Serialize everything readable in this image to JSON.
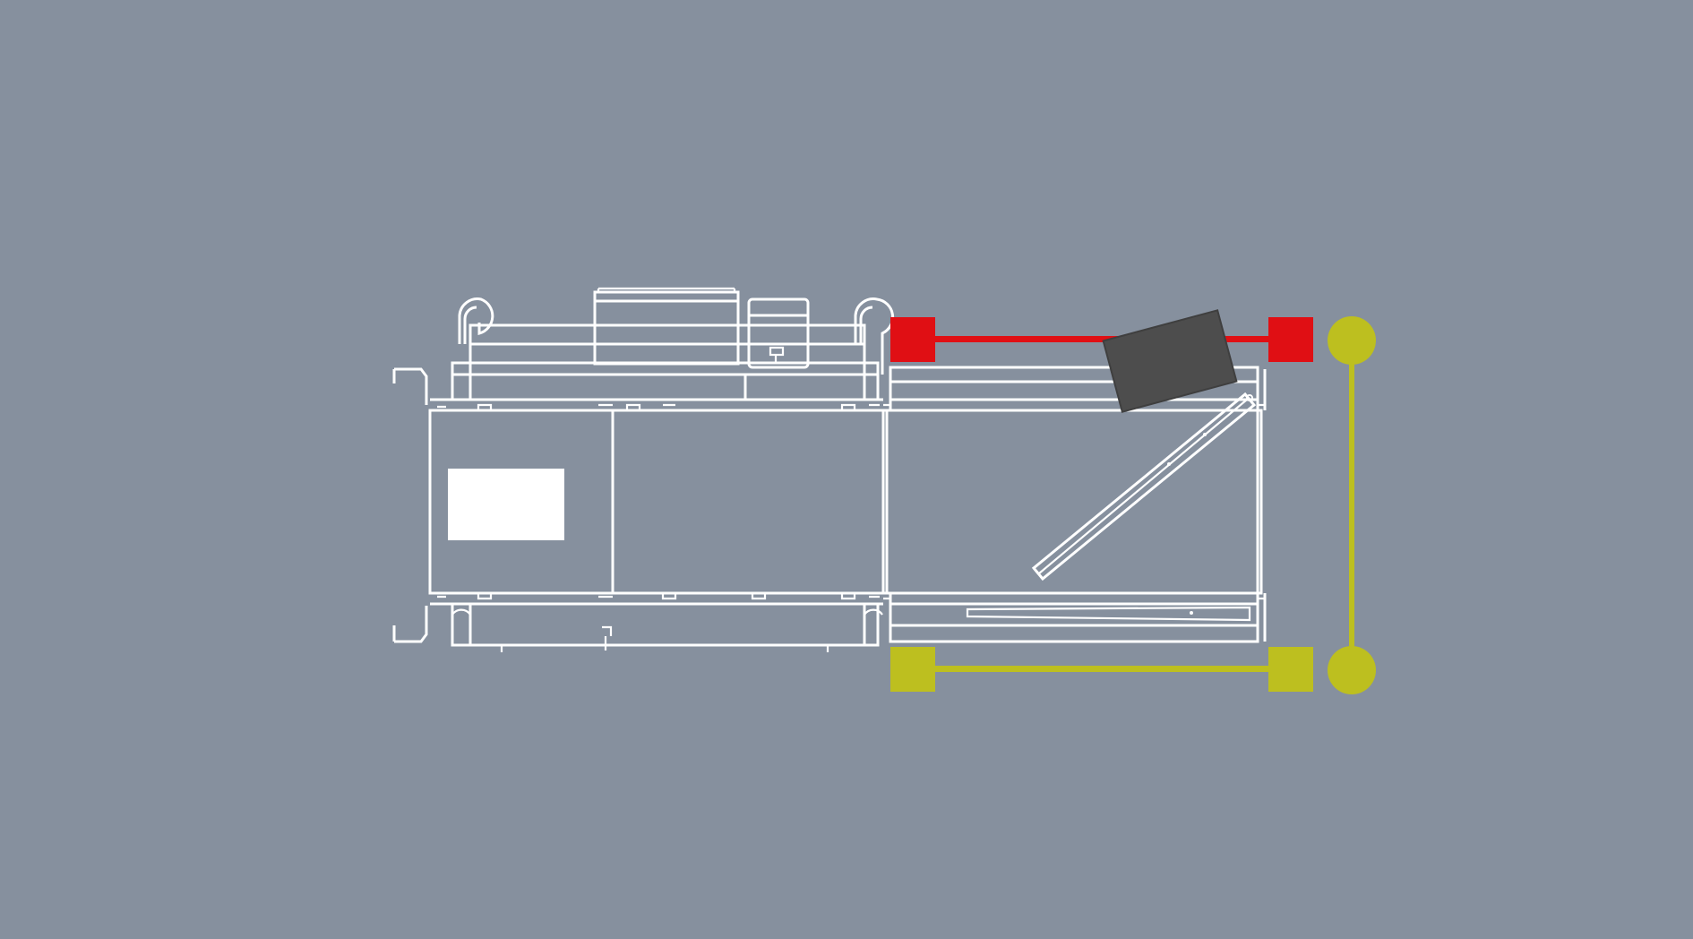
{
  "diagram": {
    "colors": {
      "background": "#86909e",
      "outline": "#ffffff",
      "red_gate": "#e00f14",
      "yellow_gate": "#bdbf1f",
      "package": "#4d4d4d",
      "parcel": "#ffffff"
    },
    "components": {
      "conveyor": "conveyor-belt",
      "scale_section": "weighing-section",
      "reject_section": "reject-diverter-section",
      "red_sensor": "red-light-barrier",
      "yellow_sensor": "yellow-light-barrier",
      "diverter_arm": "pusher-arm",
      "parcel_on_belt": "white-parcel",
      "rejected_item": "dark-rejected-package"
    }
  }
}
